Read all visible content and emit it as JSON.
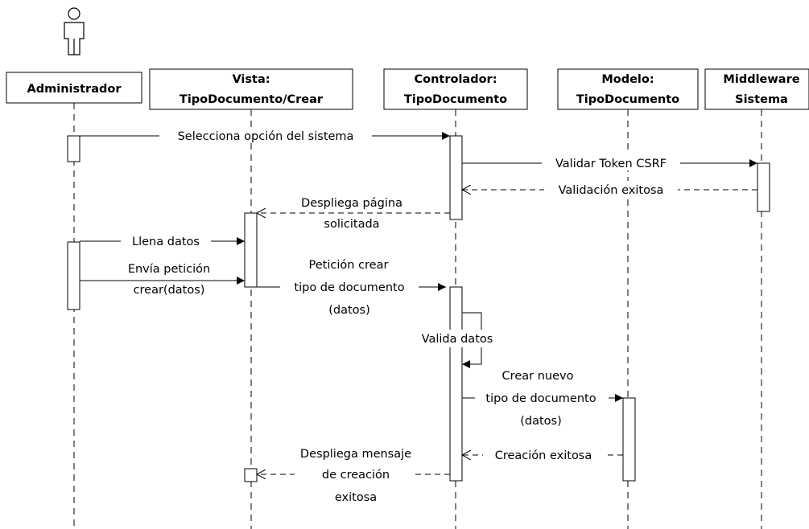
{
  "participants": [
    {
      "id": "admin",
      "lines": [
        "Administrador"
      ],
      "actor": true
    },
    {
      "id": "vista",
      "lines": [
        "Vista:",
        "TipoDocumento/Crear"
      ]
    },
    {
      "id": "controlador",
      "lines": [
        "Controlador:",
        "TipoDocumento"
      ]
    },
    {
      "id": "modelo",
      "lines": [
        "Modelo:",
        "TipoDocumento"
      ]
    },
    {
      "id": "middleware",
      "lines": [
        "Middleware",
        "Sistema"
      ]
    }
  ],
  "messages": [
    {
      "id": "m1",
      "from": "admin",
      "to": "controlador",
      "type": "sync",
      "lines": [
        "Selecciona opción del sistema"
      ]
    },
    {
      "id": "m2",
      "from": "controlador",
      "to": "middleware",
      "type": "sync",
      "lines": [
        "Validar Token CSRF"
      ]
    },
    {
      "id": "m3",
      "from": "middleware",
      "to": "controlador",
      "type": "return",
      "lines": [
        "Validación exitosa"
      ]
    },
    {
      "id": "m4",
      "from": "controlador",
      "to": "vista",
      "type": "return",
      "lines": [
        "Despliega página",
        "solicitada"
      ]
    },
    {
      "id": "m5",
      "from": "admin",
      "to": "vista",
      "type": "sync",
      "lines": [
        "Llena datos"
      ]
    },
    {
      "id": "m6",
      "from": "admin",
      "to": "vista",
      "type": "sync",
      "lines": [
        "Envía petición",
        "crear(datos)"
      ]
    },
    {
      "id": "m7",
      "from": "vista",
      "to": "controlador",
      "type": "sync",
      "lines": [
        "Petición crear",
        "tipo de documento",
        "(datos)"
      ]
    },
    {
      "id": "m8",
      "from": "controlador",
      "to": "controlador",
      "type": "self",
      "lines": [
        "Valida datos"
      ]
    },
    {
      "id": "m9",
      "from": "controlador",
      "to": "modelo",
      "type": "sync",
      "lines": [
        "Crear nuevo",
        "tipo de documento",
        "(datos)"
      ]
    },
    {
      "id": "m10",
      "from": "modelo",
      "to": "controlador",
      "type": "return",
      "lines": [
        "Creación exitosa"
      ]
    },
    {
      "id": "m11",
      "from": "controlador",
      "to": "vista",
      "type": "return",
      "lines": [
        "Despliega mensaje",
        "de creación",
        "exitosa"
      ]
    }
  ]
}
